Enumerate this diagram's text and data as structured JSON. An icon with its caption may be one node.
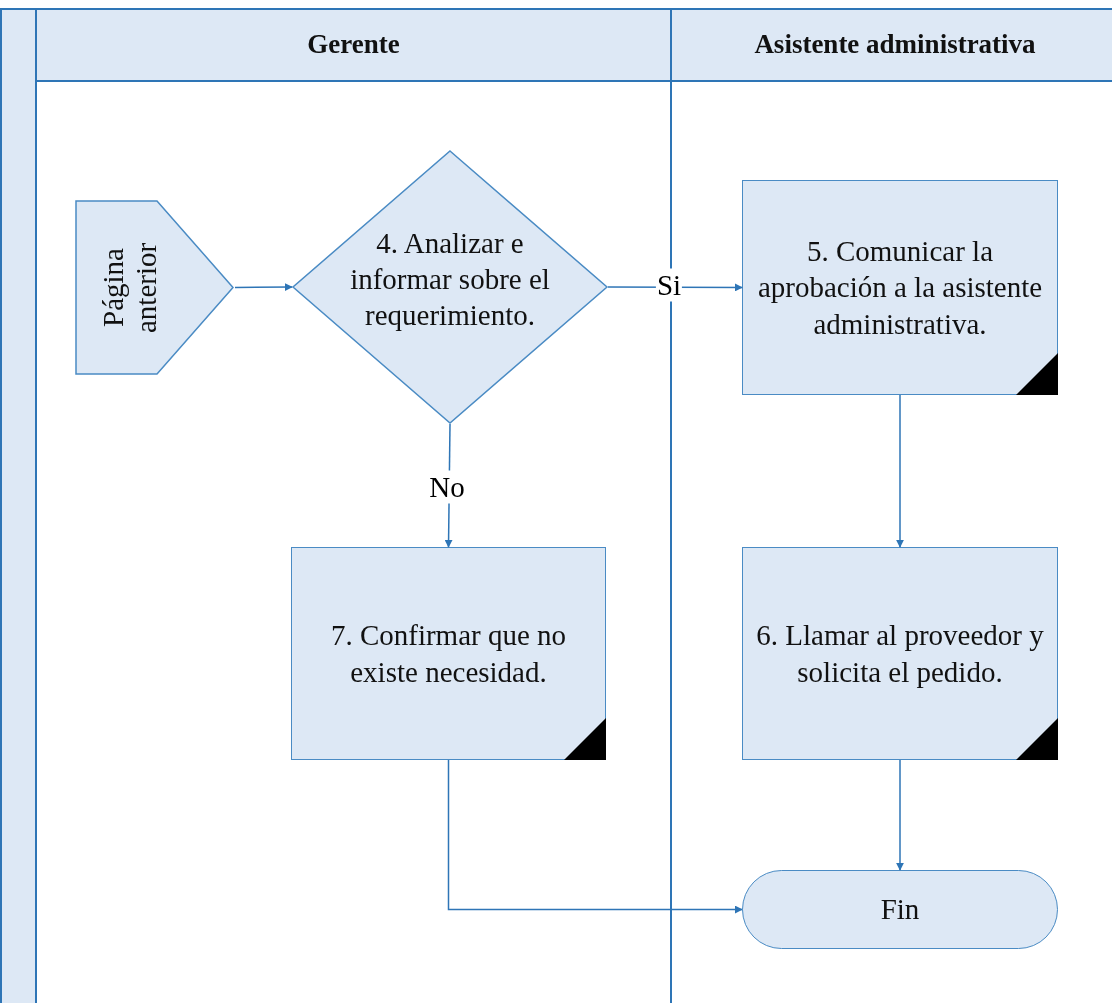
{
  "diagram": {
    "nodes": [
      {
        "text": [
          "Gerente"
        ]
      },
      {
        "text": [
          "Asistente administrativa"
        ]
      },
      {
        "text": [
          "Página anterior"
        ],
        "in": 0
      },
      {
        "text": [
          "4. Analizar e informar sobre el requerimiento."
        ],
        "in": 0
      },
      {
        "text": [
          "5. Comunicar la aprobación a la asistente administrativa."
        ],
        "in": 1
      },
      {
        "text": [
          "7. Confirmar que no existe necesidad."
        ],
        "in": 0
      },
      {
        "text": [
          "6. Llamar al proveedor y solicita el pedido."
        ],
        "in": 1
      },
      {
        "text": [
          "Fin"
        ],
        "in": 1
      }
    ],
    "edges": [
      {
        "from": 2,
        "to": 3,
        "arrow": "to"
      },
      {
        "from": 3,
        "to": 4,
        "arrow": "to",
        "label": "Si"
      },
      {
        "from": 3,
        "to": 5,
        "arrow": "to",
        "label": "No"
      },
      {
        "from": 4,
        "to": 6,
        "arrow": "to"
      },
      {
        "from": 5,
        "to": 7,
        "arrow": "to"
      },
      {
        "from": 6,
        "to": 7,
        "arrow": "to"
      }
    ]
  }
}
